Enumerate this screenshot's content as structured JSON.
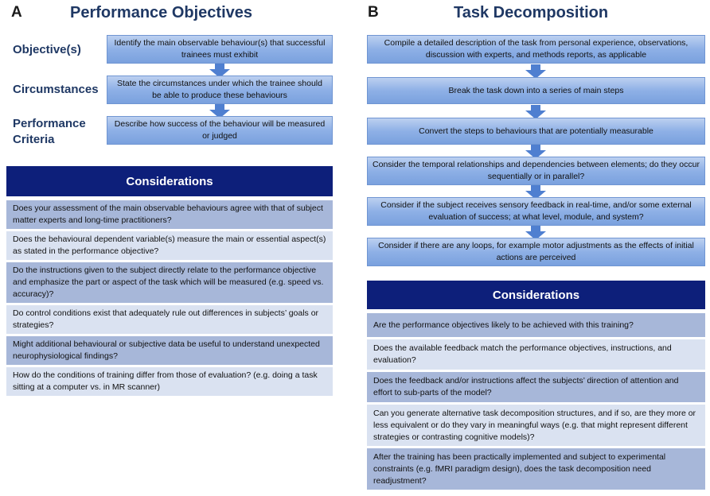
{
  "panelA": {
    "letter": "A",
    "title": "Performance Objectives",
    "rows": [
      {
        "label": "Objective(s)",
        "box": "Identify the main observable behaviour(s) that successful trainees must exhibit"
      },
      {
        "label": "Circumstances",
        "box": "State the circumstances under which the trainee should be able to produce these behaviours"
      },
      {
        "label": "Performance Criteria",
        "box": "Describe how success of the behaviour will be measured or judged"
      }
    ],
    "considerations_title": "Considerations",
    "considerations": [
      "Does your assessment of the main observable behaviours agree with that of subject matter experts and long-time practitioners?",
      "Does the behavioural dependent variable(s) measure the main or essential aspect(s) as stated in the performance objective?",
      "Do the instructions given to the subject directly relate to the performance objective and emphasize the part or aspect of the task which will be measured (e.g. speed vs. accuracy)?",
      "Do control conditions exist that adequately rule out differences in subjects’ goals or strategies?",
      "Might additional behavioural or subjective data be useful to understand unexpected neurophysiological findings?",
      "How do the conditions of training differ from those of evaluation? (e.g. doing a task sitting at a computer vs. in MR scanner)"
    ]
  },
  "panelB": {
    "letter": "B",
    "title": "Task Decomposition",
    "steps": [
      "Compile a detailed description of the task from personal experience, observations, discussion with experts, and methods reports, as applicable",
      "Break the task down into a series of main steps",
      "Convert the steps to behaviours that are potentially measurable",
      "Consider the temporal relationships and dependencies between elements; do they occur sequentially or in parallel?",
      "Consider if the subject receives sensory feedback in real-time, and/or some external evaluation of success; at what level, module, and system?",
      "Consider if there are any loops, for example motor adjustments as the effects of initial actions are perceived"
    ],
    "considerations_title": "Considerations",
    "considerations": [
      "Are the performance objectives likely to be achieved with this training?",
      "Does the available feedback match the performance objectives, instructions, and evaluation?",
      "Does the feedback and/or instructions affect the subjects’ direction of attention and effort to sub-parts of the model?",
      "Can you generate alternative task decomposition structures, and if so, are they more or less equivalent or do they vary in meaningful ways (e.g. that might represent different strategies or contrasting cognitive models)?",
      "After the training has been practically implemented and subject to experimental constraints (e.g. fMRI paradigm design), does the task decomposition need readjustment?"
    ]
  }
}
